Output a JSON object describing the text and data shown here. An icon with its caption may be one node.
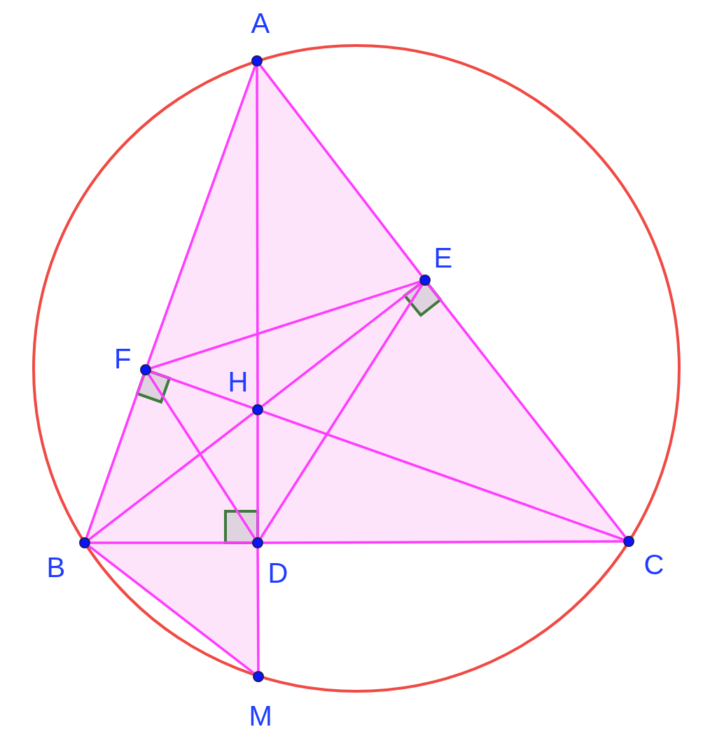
{
  "diagram": {
    "nodes": [
      {
        "text": [
          "A"
        ]
      },
      {
        "text": [
          "E"
        ]
      },
      {
        "text": [
          "F"
        ]
      },
      {
        "text": [
          "H"
        ]
      },
      {
        "text": [
          "B"
        ]
      },
      {
        "text": [
          "D"
        ]
      },
      {
        "text": [
          "C"
        ]
      },
      {
        "text": [
          "M"
        ]
      }
    ],
    "edges": [
      {
        "from": 0,
        "to": 2,
        "arrow": "none"
      },
      {
        "from": 2,
        "to": 4,
        "arrow": "none"
      },
      {
        "from": 0,
        "to": 1,
        "arrow": "none"
      },
      {
        "from": 1,
        "to": 6,
        "arrow": "none"
      },
      {
        "from": 4,
        "to": 5,
        "arrow": "none"
      },
      {
        "from": 5,
        "to": 6,
        "arrow": "none"
      },
      {
        "from": 0,
        "to": 3,
        "arrow": "none"
      },
      {
        "from": 3,
        "to": 5,
        "arrow": "none"
      },
      {
        "from": 5,
        "to": 7,
        "arrow": "none"
      },
      {
        "from": 4,
        "to": 3,
        "arrow": "none"
      },
      {
        "from": 3,
        "to": 1,
        "arrow": "none"
      },
      {
        "from": 2,
        "to": 3,
        "arrow": "none"
      },
      {
        "from": 3,
        "to": 6,
        "arrow": "none"
      },
      {
        "from": 2,
        "to": 1,
        "arrow": "none"
      },
      {
        "from": 2,
        "to": 5,
        "arrow": "none"
      },
      {
        "from": 5,
        "to": 1,
        "arrow": "none"
      },
      {
        "from": 4,
        "to": 7,
        "arrow": "none"
      }
    ]
  }
}
